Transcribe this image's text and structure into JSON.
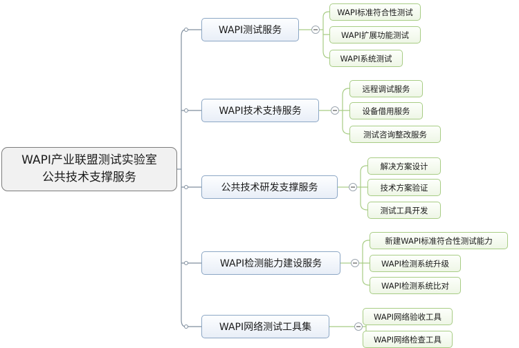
{
  "root": {
    "line1": "WAPI产业联盟测试实验室",
    "line2": "公共技术支撑服务"
  },
  "branches": [
    {
      "label": "WAPI测试服务",
      "children": [
        "WAPI标准符合性测试",
        "WAPI扩展功能测试",
        "WAPI系统测试"
      ]
    },
    {
      "label": "WAPI技术支持服务",
      "children": [
        "远程调试服务",
        "设备借用服务",
        "测试咨询整改服务"
      ]
    },
    {
      "label": "公共技术研发支撑服务",
      "children": [
        "解决方案设计",
        "技术方案验证",
        "测试工具开发"
      ]
    },
    {
      "label": "WAPI检测能力建设服务",
      "children": [
        "新建WAPI标准符合性测试能力",
        "WAPI检测系统升级",
        "WAPI检测系统比对"
      ]
    },
    {
      "label": "WAPI网络测试工具集",
      "children": [
        "WAPI网络验收工具",
        "WAPI网络检查工具"
      ]
    }
  ],
  "colors": {
    "branch_connector": "#7f8e9e",
    "leaf_connector": "#a7cc84",
    "root_border": "#7b7b7b",
    "branch_border": "#8ba6c4",
    "leaf_border": "#a7cc84"
  }
}
